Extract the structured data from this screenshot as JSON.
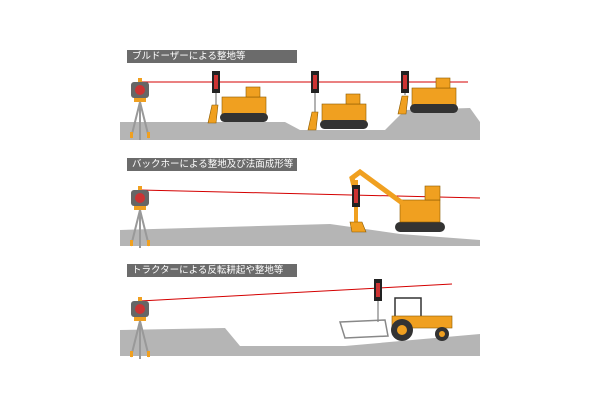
{
  "panels": [
    {
      "title": "ブルドーザーによる整地等"
    },
    {
      "title": "バックホーによる整地及び法面成形等"
    },
    {
      "title": "トラクターによる反転耕起や整地等"
    }
  ],
  "colors": {
    "laser": "#d40000",
    "ground": "#b5b5b5",
    "machine": "#f0a020",
    "header": "#6b6b6b"
  }
}
